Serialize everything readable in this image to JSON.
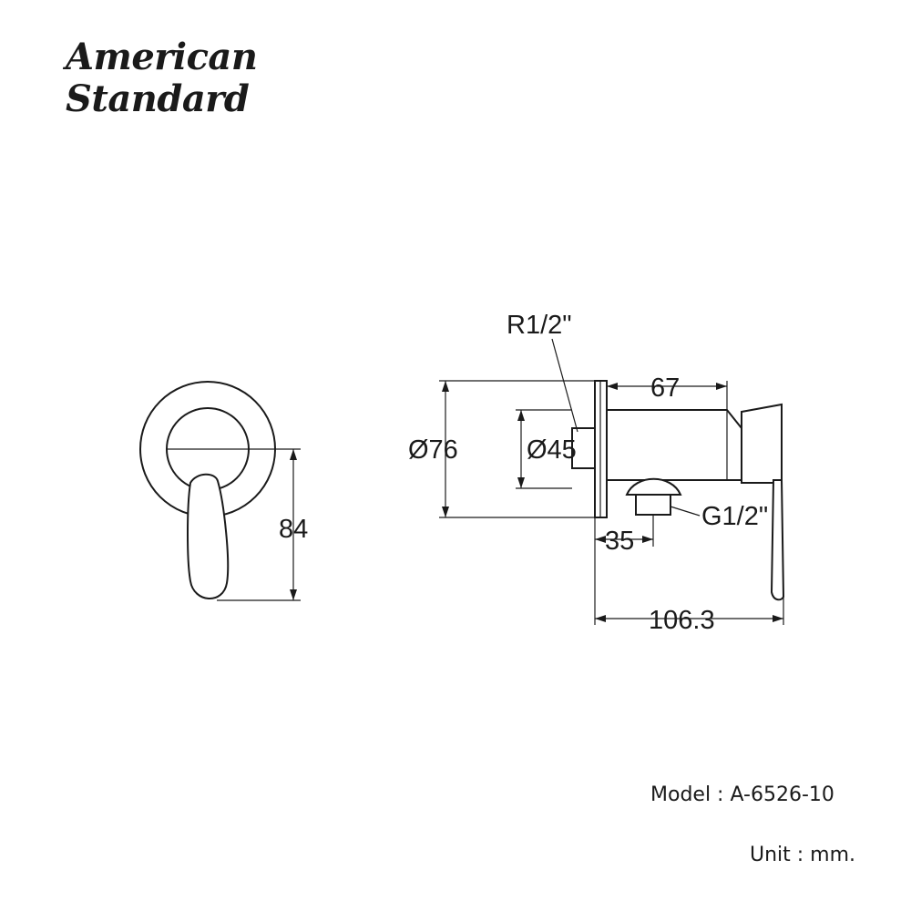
{
  "brand": {
    "line1": "American",
    "line2": "Standard"
  },
  "dimensions": {
    "diameter_outer": "Ø76",
    "diameter_inner": "Ø45",
    "height": "84",
    "thread_inlet": "R1/2\"",
    "thread_outlet": "G1/2\"",
    "body_length": "67",
    "outlet_offset": "35",
    "total_depth": "106.3"
  },
  "info": {
    "model": "Model : A-6526-10",
    "unit": "Unit : mm."
  }
}
